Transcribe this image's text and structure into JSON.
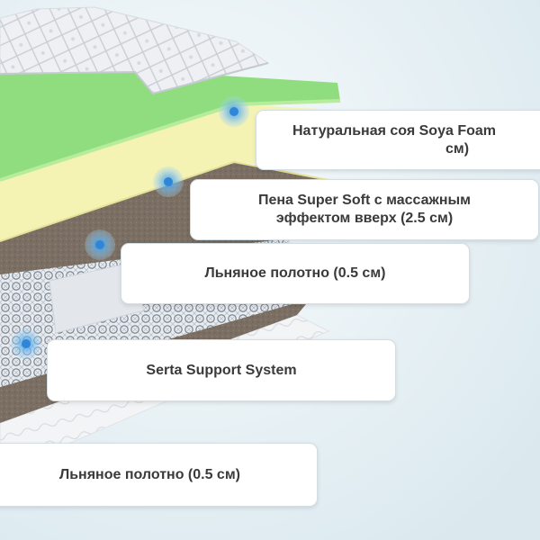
{
  "layers": [
    {
      "label": "Натуральная соя Soya Foam",
      "label_line2": "см)"
    },
    {
      "label": "Пена Super Soft с массажным",
      "label_line2": "эффектом вверх (2.5 см)"
    },
    {
      "label": "Льняное полотно (0.5 см)"
    },
    {
      "label": "Serta Support System"
    },
    {
      "label": "Льняное полотно (0.5 см)"
    }
  ],
  "colors": {
    "background": "#e4eff4",
    "quilt_top": "#eef0f2",
    "soy_foam_green": "#8fdd7e",
    "super_soft_yellow": "#f5f3b4",
    "linen_brown": "#7a6f62",
    "spring_block": "#d9dde2",
    "marker_blue": "#3f9be6"
  }
}
